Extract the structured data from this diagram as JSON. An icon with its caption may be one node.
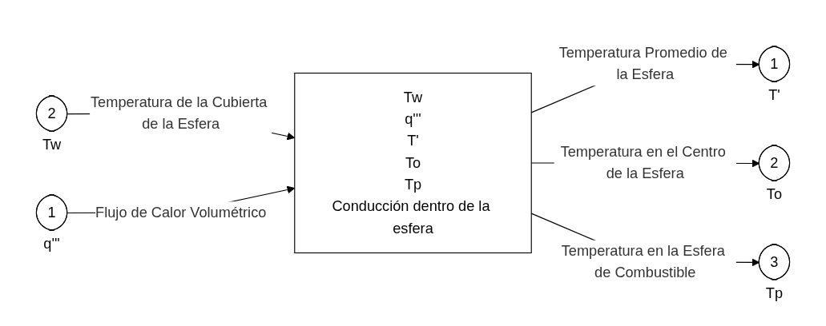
{
  "diagram": {
    "nodes": [
      {
        "text": [
          "2"
        ],
        "beside": [
          "Tw"
        ]
      },
      {
        "text": [
          "1"
        ],
        "beside": [
          "q'''"
        ]
      },
      {
        "text": [
          "Tw",
          "q'''",
          "T'",
          "To",
          "Tp",
          "Conducción dentro de la esfera"
        ]
      },
      {
        "text": [
          "1"
        ],
        "beside": [
          "T'"
        ]
      },
      {
        "text": [
          "2"
        ],
        "beside": [
          "To"
        ]
      },
      {
        "text": [
          "3"
        ],
        "beside": [
          "Tp"
        ]
      }
    ],
    "edges": [
      {
        "from": 0,
        "to": 2,
        "arrow": "to",
        "label": "Temperatura de la Cubierta de la Esfera"
      },
      {
        "from": 1,
        "to": 2,
        "arrow": "to",
        "label": "Flujo de Calor Volumétrico"
      },
      {
        "from": 2,
        "to": 3,
        "arrow": "to",
        "label": "Temperatura Promedio de la Esfera"
      },
      {
        "from": 2,
        "to": 4,
        "arrow": "to",
        "label": "Temperatura en el Centro de la Esfera"
      },
      {
        "from": 2,
        "to": 5,
        "arrow": "to",
        "label": "Temperatura en la Esfera de Combustible"
      }
    ]
  }
}
